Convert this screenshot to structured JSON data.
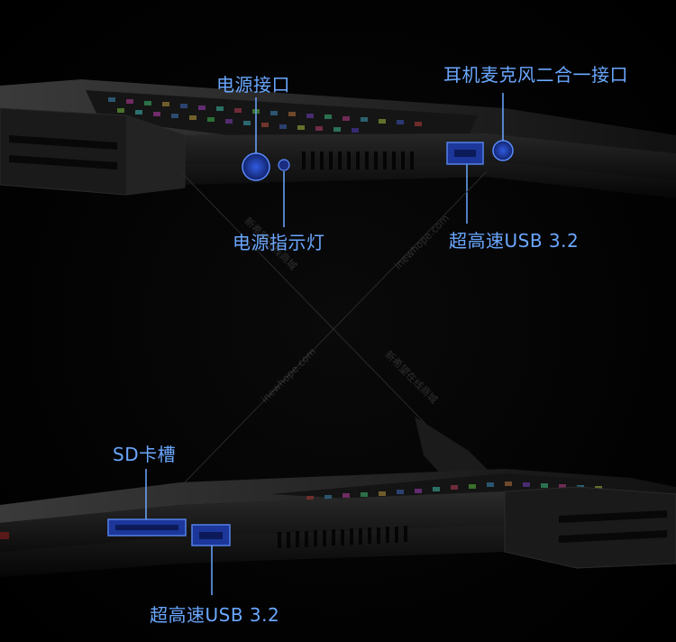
{
  "top_labels": {
    "power_port": "电源接口",
    "headset_jack": "耳机麦克风二合一接口",
    "power_indicator": "电源指示灯",
    "usb_top": "超高速USB 3.2"
  },
  "bottom_labels": {
    "sd_slot": "SD卡槽",
    "usb_bottom": "超高速USB 3.2"
  },
  "watermarks": {
    "site_cn": "新希望在线商城",
    "site_url": "inewhope.com"
  },
  "colors": {
    "label": "#6aa7ff",
    "highlight_stroke": "#5b8cff",
    "highlight_fill": "#2a4fd0"
  }
}
